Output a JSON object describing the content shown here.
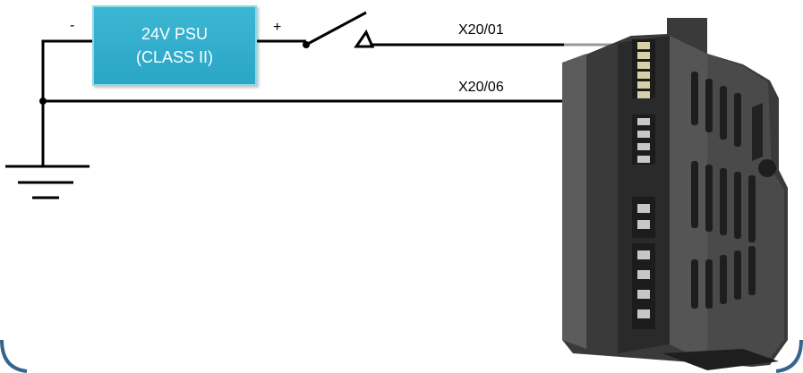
{
  "psu": {
    "line1": "24V PSU",
    "line2": "(CLASS II)"
  },
  "terminals": {
    "negative": "-",
    "positive": "+"
  },
  "wires": {
    "top": "X20/01",
    "bottom": "X20/06"
  },
  "colors": {
    "psu_fill": "#2aa6c6",
    "psu_border": "#8fd9e8",
    "wire": "#000000",
    "module_dark": "#2f2f2f",
    "frame": "#35648f"
  }
}
